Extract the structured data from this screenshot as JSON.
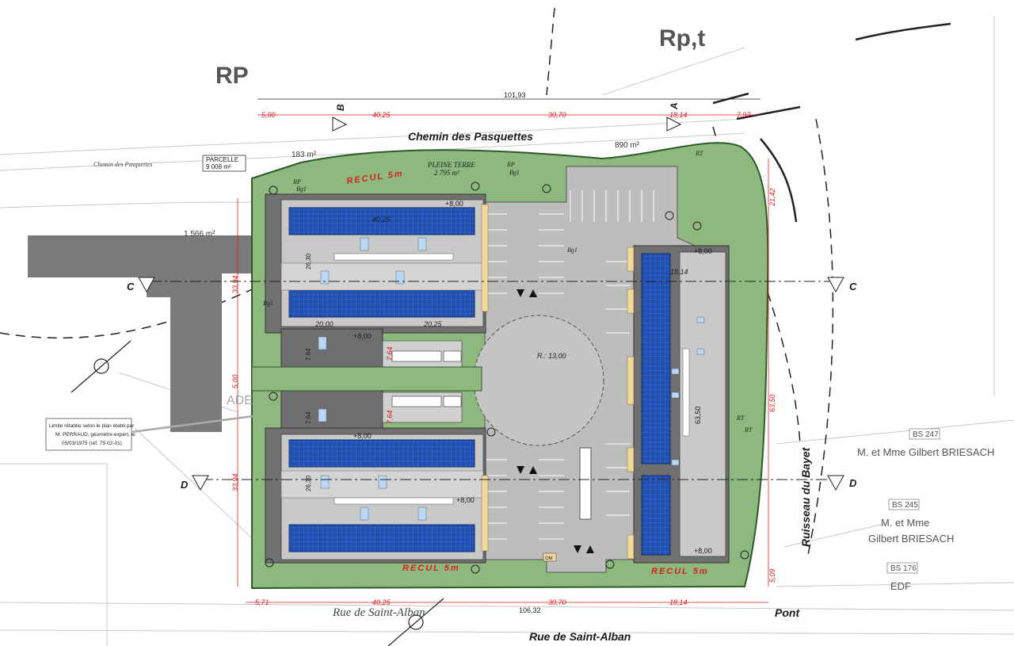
{
  "zones": {
    "rp": "RP",
    "rpt": "Rp,t"
  },
  "roads": {
    "chemin_bold": "Chemin des Pasquettes",
    "chemin_italic": "Chemin des Pasquettes",
    "rue_bold": "Rue de Saint-Alban",
    "rue_italic": "Rue de Saint-Alban",
    "pont": "Pont",
    "ruisseau": "Ruisseau du Bayet"
  },
  "parcel": {
    "label": "PARCELLE",
    "area": "9 008 m²"
  },
  "areas": {
    "a183": "183 m²",
    "a890": "890 m²",
    "a1566": "1 566 m²",
    "pleine_terre": "PLEINE TERRE",
    "pleine_terre_area": "2 795 m²"
  },
  "recul": {
    "top": "RECUL 5m",
    "bottom_left": "RECUL 5m",
    "bottom_right": "RECUL 5m"
  },
  "sections": {
    "a": "A",
    "b": "B",
    "c_left": "C",
    "c_right": "C",
    "d_left": "D",
    "d_right": "D"
  },
  "dimensions": {
    "total_top": "101,93",
    "d500_top": "5,00",
    "d4025_top": "40,25",
    "d3070_top": "30,70",
    "d1814_top": "18,14",
    "d797": "7,97",
    "d4025_bot": "40,25",
    "d3070_bot": "30,70",
    "d1814_bot": "18,14",
    "total_bot": "106,32",
    "d571": "5,71",
    "d4025_roof": "40,25",
    "d2000": "20,00",
    "d2025": "20,25",
    "d1814_roof": "18,14",
    "d6350": "63,50",
    "d6350_b": "63,50",
    "d2142": "21,42",
    "d3394": "33,94",
    "d3394_b": "33,94",
    "d500_left": "5,00",
    "d509": "5,09",
    "d2630": "26,30",
    "d2630_b": "26,30",
    "d764": "7,64",
    "d764_b": "7,64",
    "d764_c": "7,64",
    "d764_d": "7,64",
    "radius": "R.: 13,00"
  },
  "heights": {
    "h1": "+8,00",
    "h2": "+8,00",
    "h3": "+8,00",
    "h4": "+8,00",
    "h5": "+8,00",
    "h6": "+8,00"
  },
  "codes": {
    "rp1": "RP",
    "bg1": "Bg1",
    "rp2": "RP",
    "bg2": "Bg1",
    "bg3": "Bg1",
    "bg4": "Bg1",
    "rt1": "RT",
    "rt2": "RT",
    "rt3": "RT"
  },
  "neighbors": {
    "bs247": "BS 247",
    "bs247_owner": "M. et Mme  Gilbert BRIESACH",
    "bs245": "BS 245",
    "bs245_owner_1": "M. et Mme",
    "bs245_owner_2": "Gilbert BRIESACH",
    "bs176": "BS 176",
    "bs176_owner": "EDF"
  },
  "notes": {
    "limite_1": "Limite rétablie selon le plan établi par",
    "limite_2": "M. PERRAUD, géomètre-expert, le",
    "limite_3": "05/03/1975 (réf. 75-02-01)",
    "ade": "ADE",
    "om": "OM"
  },
  "colors": {
    "green": "#8db87e",
    "green_edge": "#2f5a2a",
    "roof": "#c9c9c9",
    "building_dark": "#707070",
    "solar": "#1f4fb0",
    "parking": "#bdbdbd",
    "dim_red": "#d82020"
  }
}
